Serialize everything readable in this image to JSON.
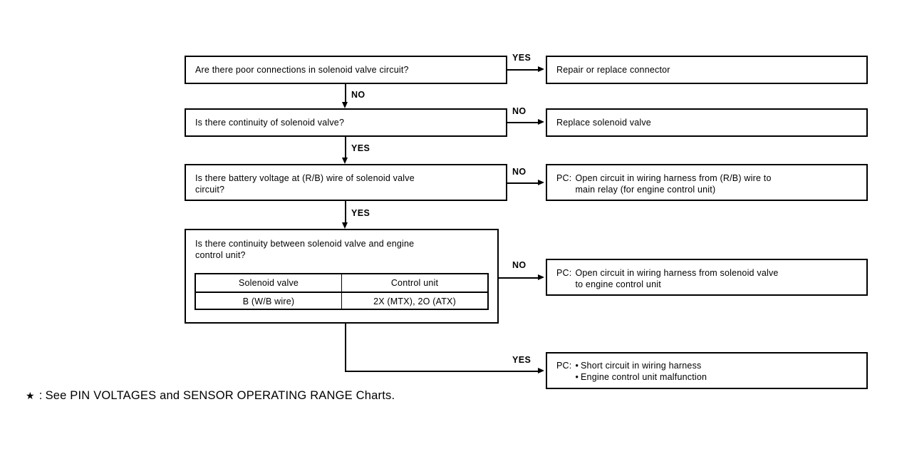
{
  "diagram": {
    "title": "Solenoid valve circuit troubleshooting flowchart",
    "line_color": "#000000",
    "background_color": "#ffffff"
  },
  "questions": [
    {
      "id": "q1",
      "text": "Are there poor connections in solenoid valve circuit?"
    },
    {
      "id": "q2",
      "text": "Is there continuity of solenoid valve?"
    },
    {
      "id": "q3",
      "line1": "Is there battery voltage at (R/B) wire of solenoid valve",
      "line2": "circuit?"
    },
    {
      "id": "q4",
      "line1": "Is there continuity between solenoid valve and engine",
      "line2": "control unit?"
    }
  ],
  "inner_table": {
    "headers": [
      "Solenoid valve",
      "Control unit"
    ],
    "rows": [
      [
        "B (W/B wire)",
        "2X (MTX), 2O (ATX)"
      ]
    ]
  },
  "answers": [
    {
      "id": "a1",
      "text": "Repair or replace connector"
    },
    {
      "id": "a2",
      "text": "Replace solenoid valve"
    },
    {
      "id": "a3",
      "prefix": "PC:",
      "line1": "Open circuit in wiring harness from (R/B) wire to",
      "line2": "main relay (for engine control unit)"
    },
    {
      "id": "a4",
      "prefix": "PC:",
      "line1": "Open circuit in wiring harness from solenoid valve",
      "line2": "to engine control unit"
    },
    {
      "id": "a5",
      "prefix": "PC:",
      "bullet1": "Short circuit in wiring harness",
      "bullet2": "Engine control unit malfunction",
      "bullet_glyph": "•"
    }
  ],
  "edge_labels": {
    "q1_right": "YES",
    "q1_down": "NO",
    "q2_right": "NO",
    "q2_down": "YES",
    "q3_right": "NO",
    "q3_down": "YES",
    "q4_right": "NO",
    "q4_down": "YES"
  },
  "footnote": {
    "star": "★",
    "separator": ":",
    "text": "See PIN VOLTAGES and SENSOR OPERATING RANGE Charts."
  }
}
